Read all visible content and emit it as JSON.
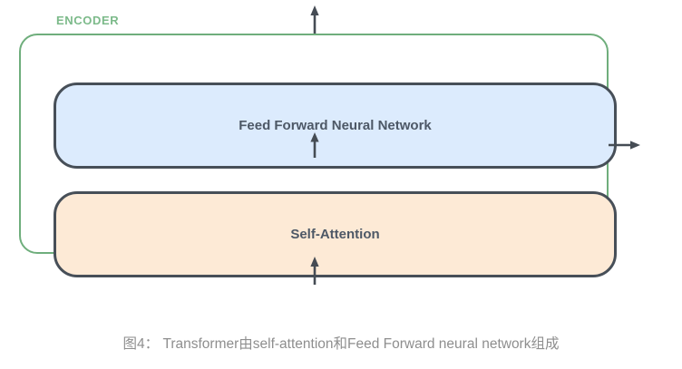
{
  "diagram": {
    "encoder_label": "ENCODER",
    "blocks": [
      {
        "id": "ffn",
        "label": "Feed Forward Neural Network",
        "fill": "#dcebfd"
      },
      {
        "id": "self_attention",
        "label": "Self-Attention",
        "fill": "#fdead6"
      }
    ],
    "icons": [
      "up-arrow-icon (encoder top output)",
      "up-arrow-icon (between self-attention and feed-forward)",
      "up-arrow-icon (encoder bottom input)",
      "right-arrow-icon (encoder side output)"
    ],
    "colors": {
      "container_border_green": "#6fae7c",
      "encoder_label_green": "#7cba8a",
      "block_border_dark": "#474f58",
      "arrow_dark": "#454c54",
      "block_text": "#4d5866",
      "caption_gray": "#8e8e8e",
      "ffn_fill_blue": "#dcebfd",
      "attention_fill_orange": "#fdead6"
    }
  },
  "caption": {
    "text": "图4： Transformer由self-attention和Feed Forward neural network组成"
  }
}
